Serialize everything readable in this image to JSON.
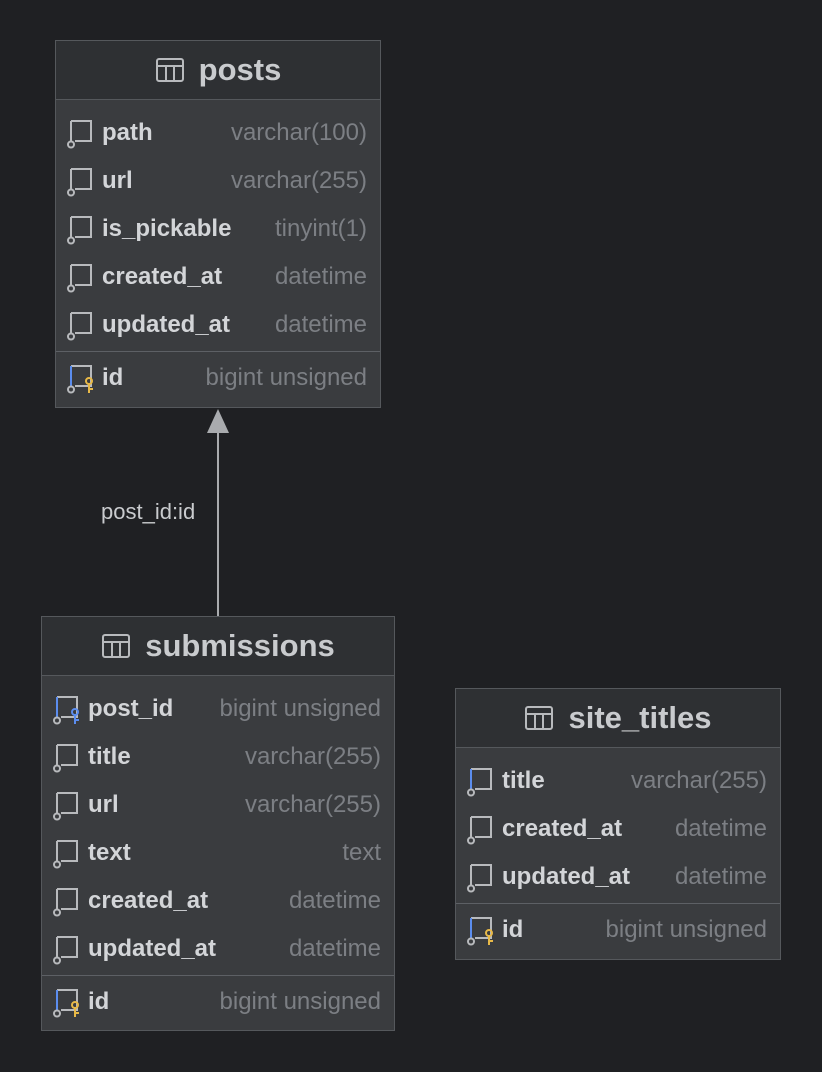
{
  "diagram": {
    "tables": [
      {
        "id": "posts",
        "name": "posts",
        "columns": [
          {
            "name": "path",
            "type": "varchar(100)",
            "icon": "column-icon"
          },
          {
            "name": "url",
            "type": "varchar(255)",
            "icon": "column-icon"
          },
          {
            "name": "is_pickable",
            "type": "tinyint(1)",
            "icon": "column-icon"
          },
          {
            "name": "created_at",
            "type": "datetime",
            "icon": "column-icon"
          },
          {
            "name": "updated_at",
            "type": "datetime",
            "icon": "column-icon"
          }
        ],
        "keys": [
          {
            "name": "id",
            "type": "bigint unsigned",
            "icon": "primary-key-icon"
          }
        ]
      },
      {
        "id": "submissions",
        "name": "submissions",
        "columns": [
          {
            "name": "post_id",
            "type": "bigint unsigned",
            "icon": "foreign-key-icon"
          },
          {
            "name": "title",
            "type": "varchar(255)",
            "icon": "column-icon"
          },
          {
            "name": "url",
            "type": "varchar(255)",
            "icon": "column-icon"
          },
          {
            "name": "text",
            "type": "text",
            "icon": "column-icon"
          },
          {
            "name": "created_at",
            "type": "datetime",
            "icon": "column-icon"
          },
          {
            "name": "updated_at",
            "type": "datetime",
            "icon": "column-icon"
          }
        ],
        "keys": [
          {
            "name": "id",
            "type": "bigint unsigned",
            "icon": "primary-key-icon"
          }
        ]
      },
      {
        "id": "site_titles",
        "name": "site_titles",
        "columns": [
          {
            "name": "title",
            "type": "varchar(255)",
            "icon": "indexed-column-icon"
          },
          {
            "name": "created_at",
            "type": "datetime",
            "icon": "column-icon"
          },
          {
            "name": "updated_at",
            "type": "datetime",
            "icon": "column-icon"
          }
        ],
        "keys": [
          {
            "name": "id",
            "type": "bigint unsigned",
            "icon": "primary-key-icon"
          }
        ]
      }
    ],
    "relations": [
      {
        "from": "submissions",
        "to": "posts",
        "label": "post_id:id"
      }
    ],
    "colors": {
      "background": "#1f2023",
      "card": "#3a3c3f",
      "header": "#2e3033",
      "key_gold": "#e8b948",
      "key_blue": "#5b8def"
    }
  }
}
